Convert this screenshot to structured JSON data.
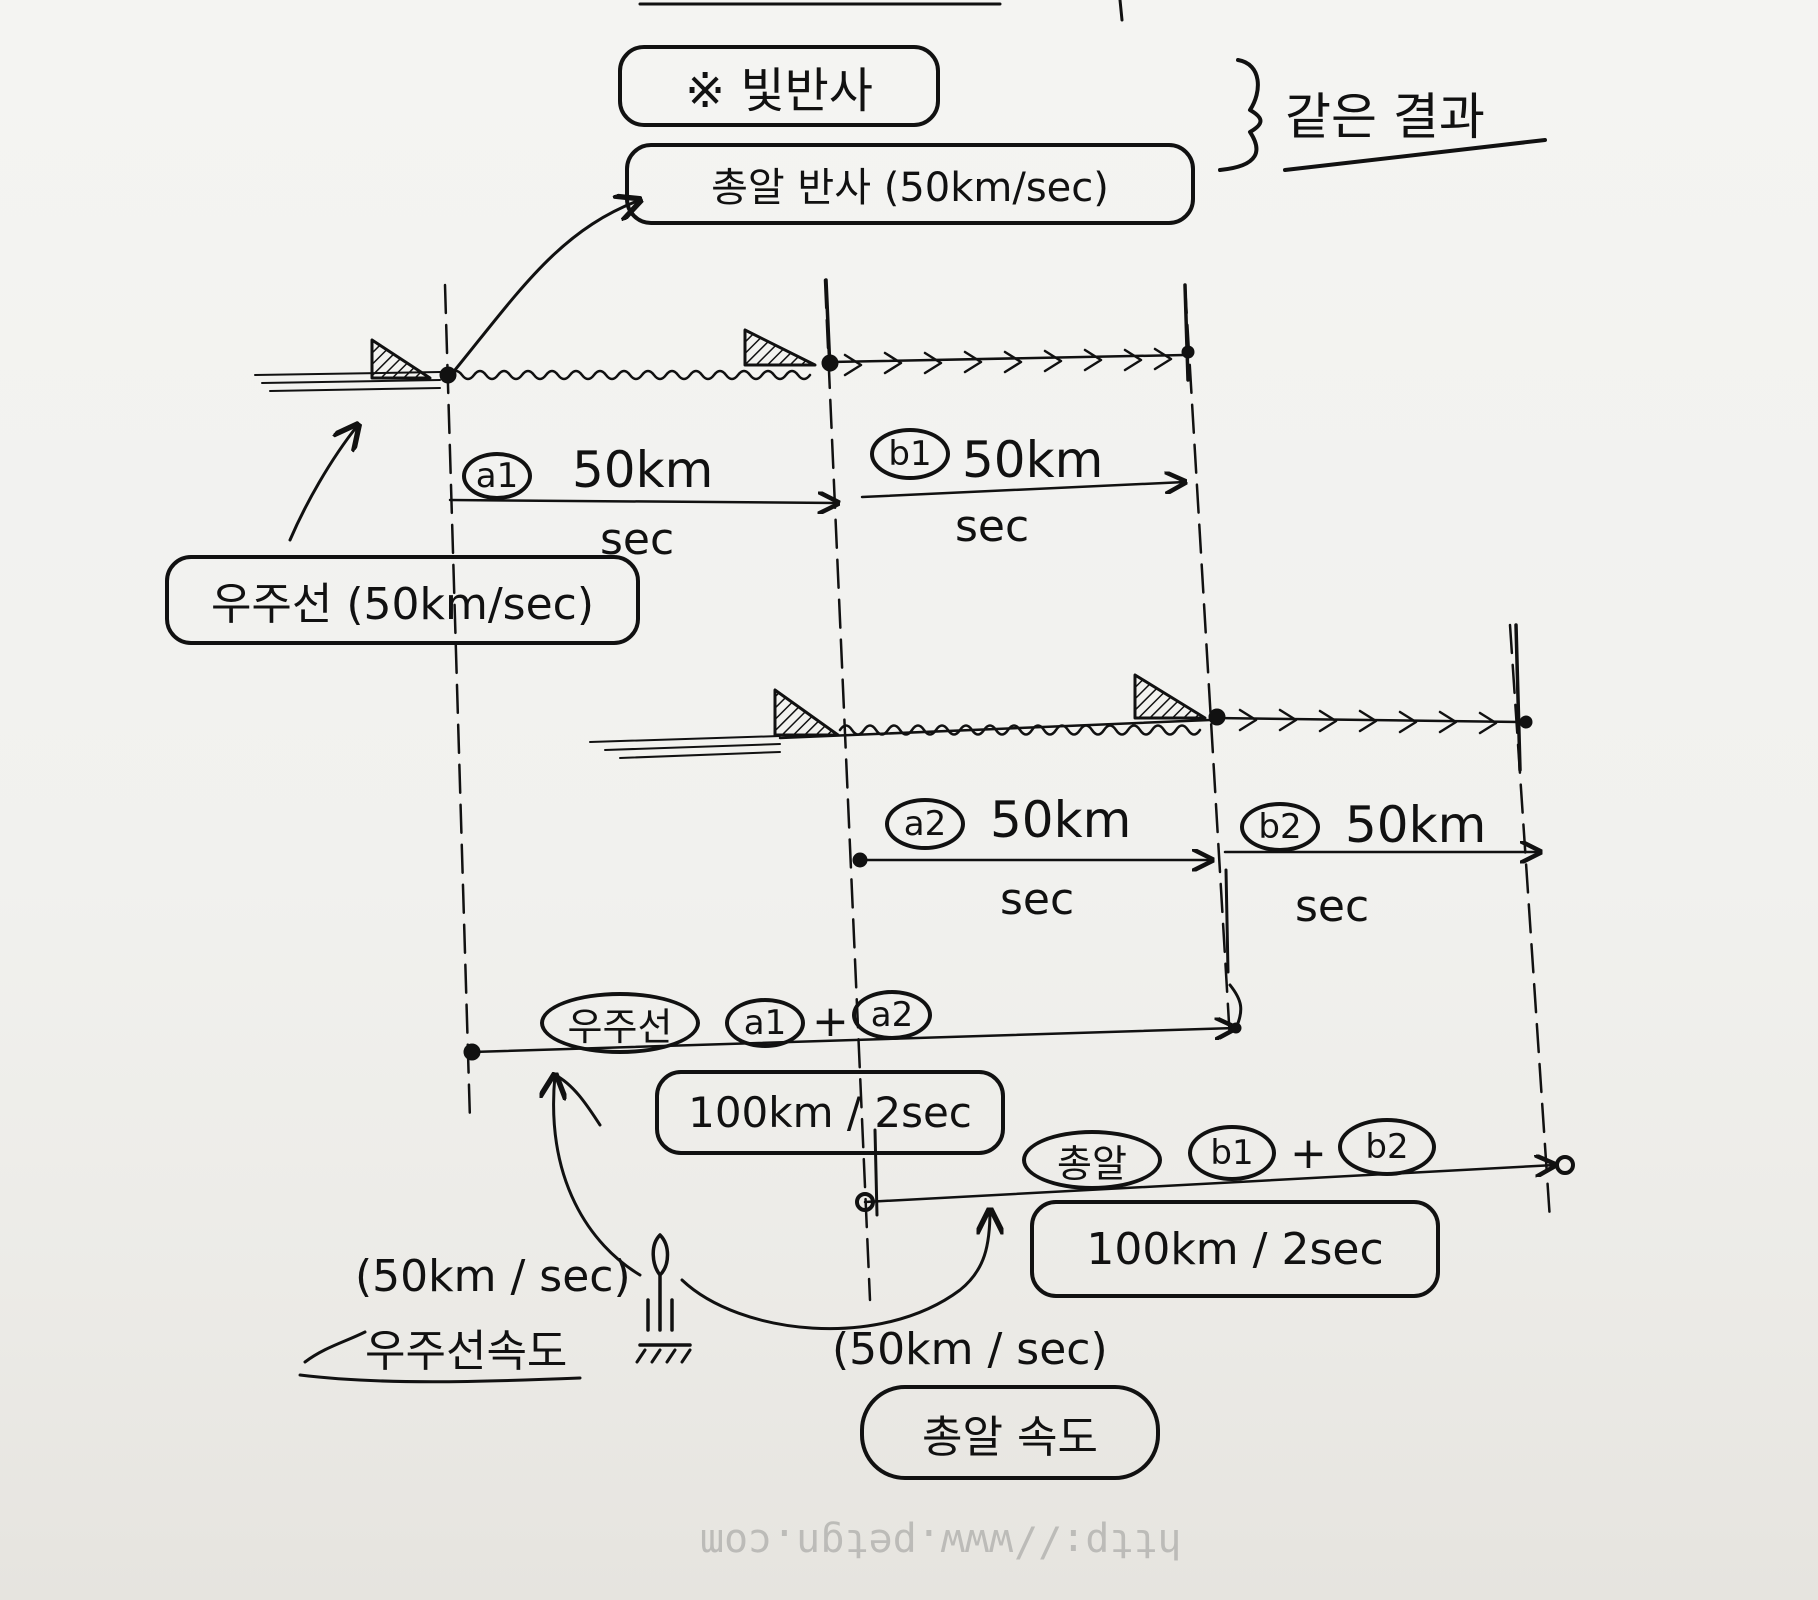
{
  "header": {
    "light_reflection": "※ 빛반사",
    "bullet_reflection": "총알 반사 (50km/sec)",
    "same_result": "같은 결과"
  },
  "top_track": {
    "a1_tag": "a1",
    "a1_speed": "50km",
    "a1_unit": "sec",
    "b1_tag": "b1",
    "b1_speed": "50km",
    "b1_unit": "sec"
  },
  "spaceship_box": "우주선 (50km/sec)",
  "bottom_track": {
    "a2_tag": "a2",
    "a2_speed": "50km",
    "a2_unit": "sec",
    "b2_tag": "b2",
    "b2_speed": "50km",
    "b2_unit": "sec"
  },
  "sum_spaceship": {
    "tag": "우주선",
    "a1": "a1",
    "plus": "+",
    "a2": "a2",
    "result": "100km / 2sec"
  },
  "sum_bullet": {
    "tag": "총알",
    "b1": "b1",
    "plus": "+",
    "b2": "b2",
    "result": "100km / 2sec"
  },
  "observer": {
    "spaceship_speed_value": "(50km / sec)",
    "spaceship_speed_label": "우주선속도",
    "bullet_speed_value": "(50km / sec)",
    "bullet_speed_label": "총알 속도"
  },
  "watermark": "http://www.petgn.com"
}
